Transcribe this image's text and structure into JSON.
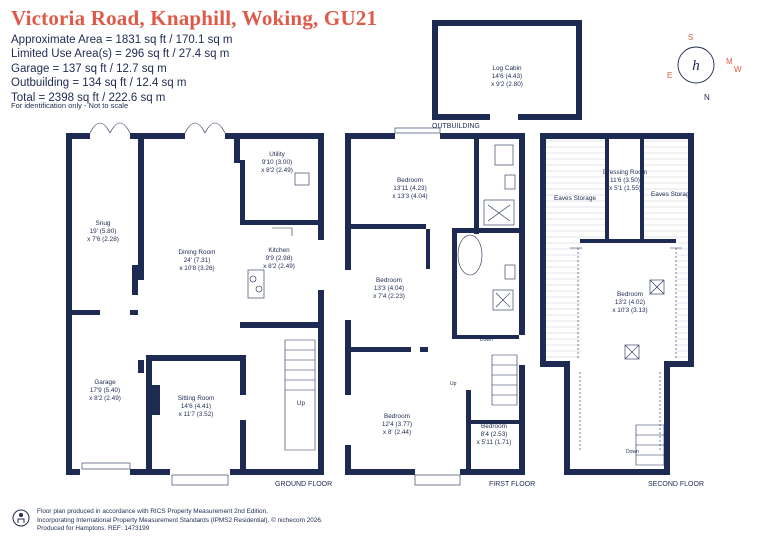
{
  "header": {
    "title": "Victoria Road, Knaphill, Woking, GU21",
    "areas": [
      "Approximate Area = 1831 sq ft / 170.1 sq m",
      "Limited Use Area(s) = 296 sq ft / 27.4 sq m",
      "Garage = 137 sq ft / 12.7 sq m",
      "Outbuilding = 134 sq ft / 12.4 sq m",
      "Total = 2398 sq ft / 222.6 sq m"
    ],
    "identification": "For identification only - Not to scale"
  },
  "floors": {
    "ground": "GROUND FLOOR",
    "first": "FIRST FLOOR",
    "second": "SECOND FLOOR",
    "outbuilding": "OUTBUILDING"
  },
  "rooms": {
    "snug": {
      "name": "Snug",
      "dim1": "19' (5.80)",
      "dim2": "x 7'6 (2.28)"
    },
    "garage": {
      "name": "Garage",
      "dim1": "17'9 (5.40)",
      "dim2": "x 8'2 (2.49)"
    },
    "dining": {
      "name": "Dining Room",
      "dim1": "24' (7.31)",
      "dim2": "x 10'8 (3.26)"
    },
    "utility": {
      "name": "Utility",
      "dim1": "9'10 (3.00)",
      "dim2": "x 8'2 (2.49)"
    },
    "kitchen": {
      "name": "Kitchen",
      "dim1": "9'9 (2.98)",
      "dim2": "x 8'2 (2.49)"
    },
    "sitting": {
      "name": "Sitting Room",
      "dim1": "14'6 (4.41)",
      "dim2": "x 11'7 (3.52)"
    },
    "bed1": {
      "name": "Bedroom",
      "dim1": "13'11 (4.23)",
      "dim2": "x 13'3 (4.04)"
    },
    "bed2": {
      "name": "Bedroom",
      "dim1": "13'3 (4.04)",
      "dim2": "x 7'4 (2.23)"
    },
    "bed3": {
      "name": "Bedroom",
      "dim1": "12'4 (3.77)",
      "dim2": "x 8' (2.44)"
    },
    "bed4": {
      "name": "Bedroom",
      "dim1": "8'4 (2.53)",
      "dim2": "x 5'11 (1.71)"
    },
    "bed5": {
      "name": "Bedroom",
      "dim1": "13'2 (4.02)",
      "dim2": "x 10'3 (3.13)"
    },
    "dressing": {
      "name": "Dressing Room",
      "dim1": "11'6 (3.50)",
      "dim2": "x 5'1 (1.55)"
    },
    "logcabin": {
      "name": "Log Cabin",
      "dim1": "14'6 (4.43)",
      "dim2": "x 9'2 (2.80)"
    }
  },
  "labels": {
    "eaves1": "Eaves Storage",
    "eaves2": "Eaves Storage",
    "down1": "Down",
    "down2": "Down",
    "up": "Up"
  },
  "compass": {
    "n": "N",
    "e": "E",
    "s": "S",
    "w": "W",
    "m": "M",
    "logo": "h"
  },
  "footer": [
    "Floor plan produced in accordance with RICS Property Measurement 2nd Edition,",
    "Incorporating International Property Measurement Standards (IPMS2 Residential).  © nichecom 2026.",
    "Produced for Hamptons.   REF: 1473199"
  ],
  "colors": {
    "wall": "#1d2b52",
    "accent": "#e05a4a"
  }
}
